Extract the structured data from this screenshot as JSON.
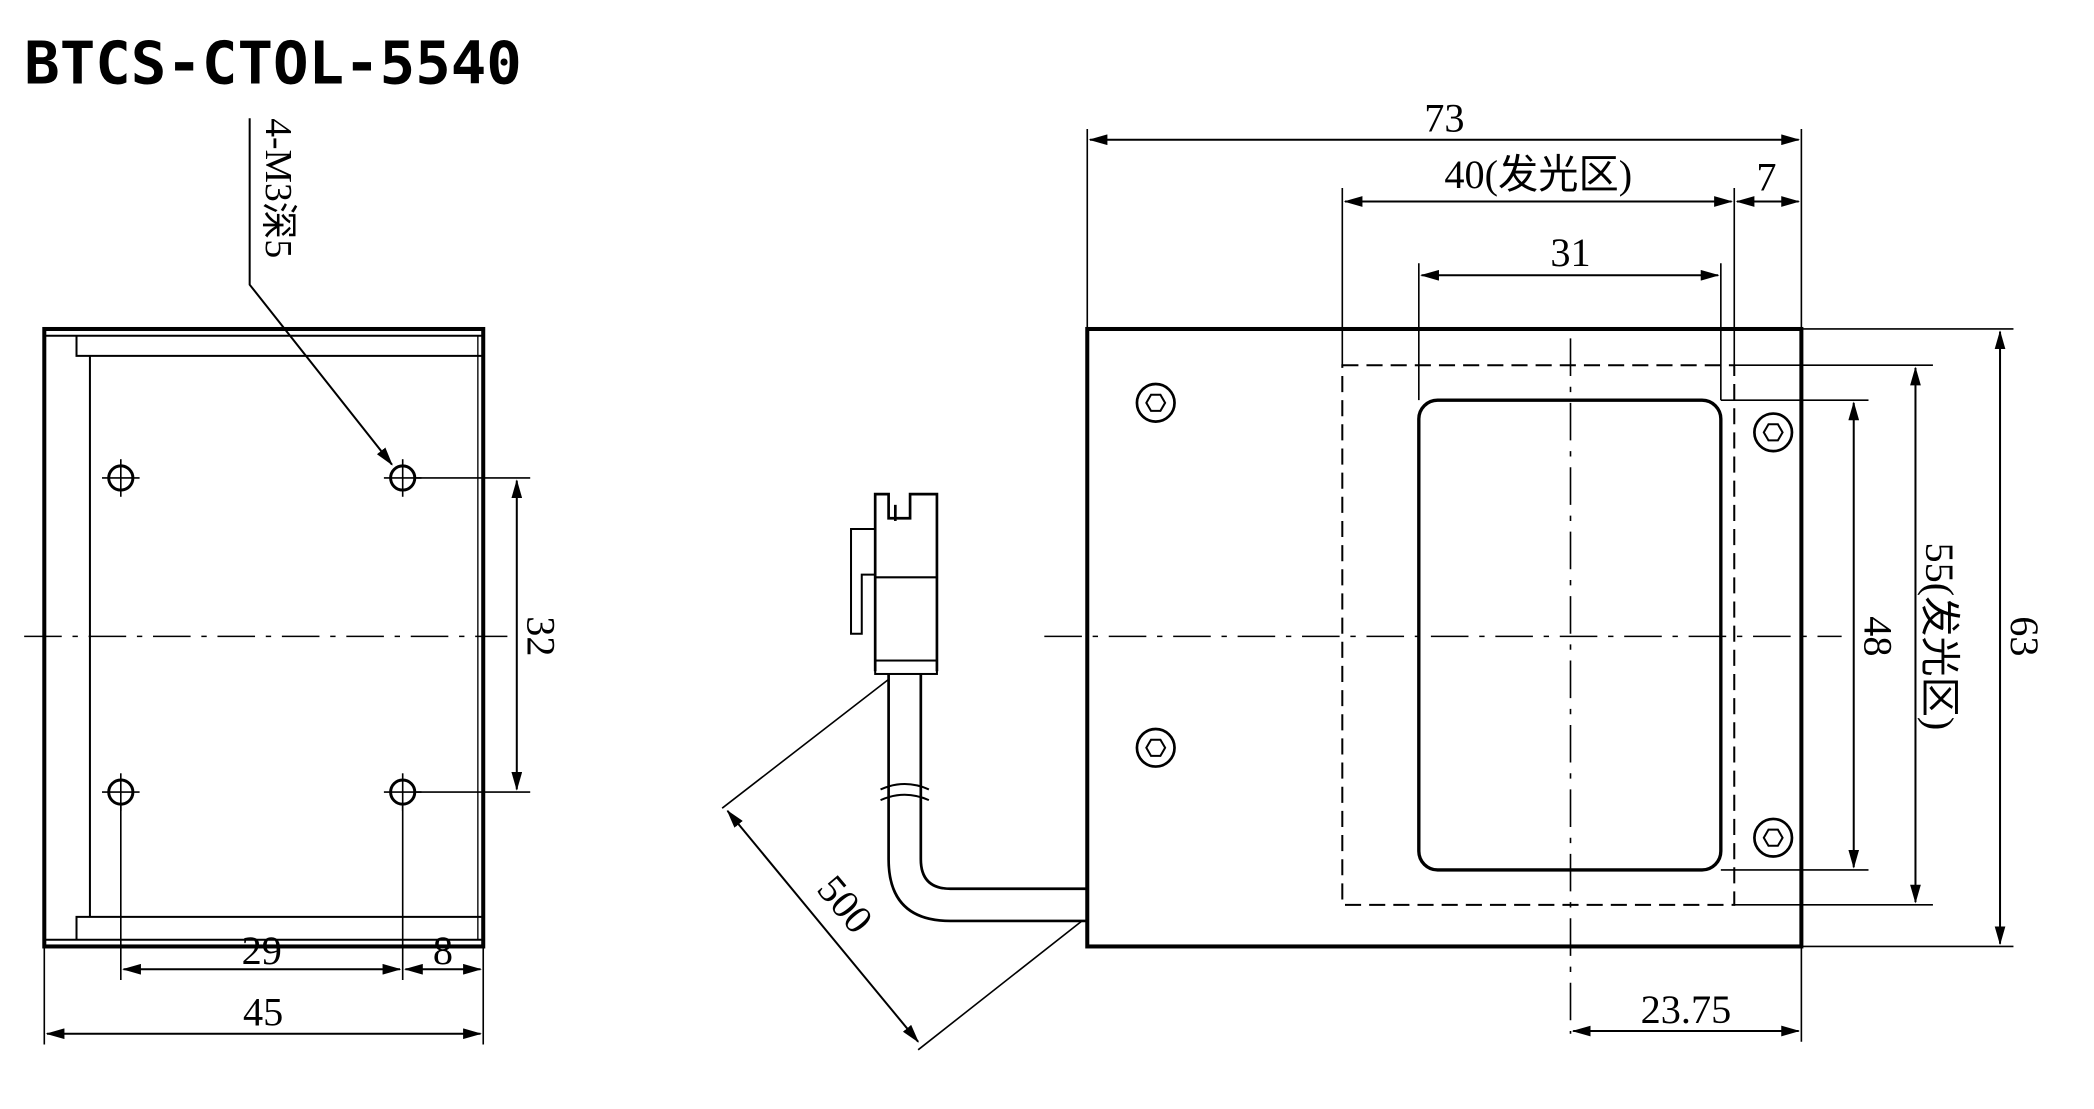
{
  "title": "BTCS-CTOL-5540",
  "left_view": {
    "hole_note": "4-M3深5",
    "dim_hole_spacing_v": "32",
    "dim_hole_spacing_h": "29",
    "dim_edge_offset": "8",
    "dim_overall_width": "45"
  },
  "cable": {
    "dim_length": "500"
  },
  "right_view": {
    "dim_overall_width": "73",
    "dim_emitting_width": "40(发光区)",
    "dim_edge_offset": "7",
    "dim_window_width": "31",
    "dim_overall_height": "63",
    "dim_emitting_height": "55(发光区)",
    "dim_window_height": "48",
    "dim_center_offset": "23.75"
  },
  "colors": {
    "line": "#000000",
    "background": "#ffffff"
  }
}
